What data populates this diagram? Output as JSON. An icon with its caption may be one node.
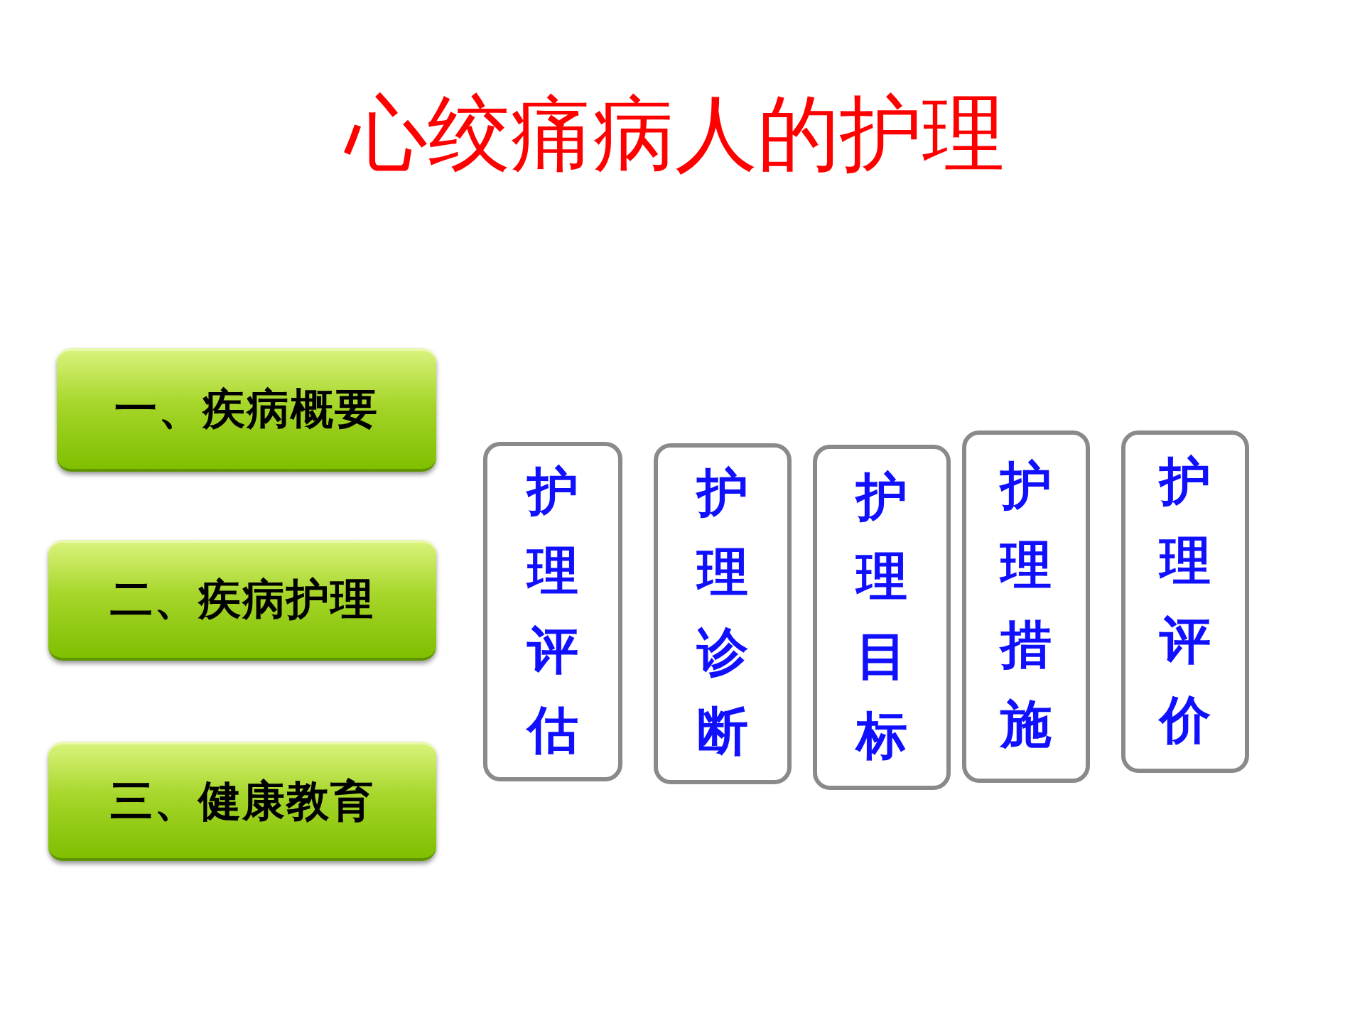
{
  "diagram": {
    "title": "心绞痛病人的护理",
    "nodes": [
      {
        "text": [
          "一、疾病概要"
        ]
      },
      {
        "text": [
          "二、疾病护理"
        ]
      },
      {
        "text": [
          "三、健康教育"
        ]
      },
      {
        "text": [
          "护理评估"
        ]
      },
      {
        "text": [
          "护理诊断"
        ]
      },
      {
        "text": [
          "护理目标"
        ]
      },
      {
        "text": [
          "护理措施"
        ]
      },
      {
        "text": [
          "护理评价"
        ]
      }
    ]
  }
}
